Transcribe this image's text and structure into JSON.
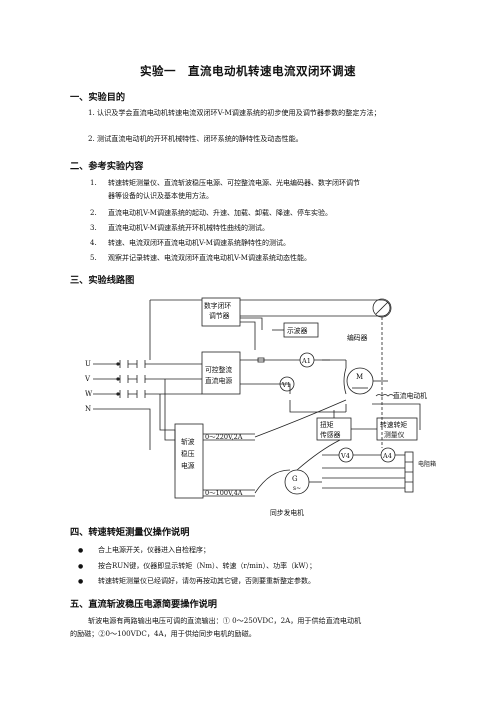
{
  "title": "实验一　直流电动机转速电流双闭环调速",
  "sections": {
    "s1": {
      "heading": "一、实验目的",
      "items": [
        {
          "num": "1.",
          "text": "认识及学会直流电动机转速电流双闭环V-M调速系统的初步使用及调节器参数的整定方法；"
        },
        {
          "num": "2.",
          "text": "测试直流电动机的开环机械特性、闭环系统的静特性及动态性能。"
        }
      ]
    },
    "s2": {
      "heading": "二、参考实验内容",
      "items": [
        {
          "num": "1.",
          "line1": "转速转矩测量仪、直流斩波稳压电源、可控整流电源、光电编码器、数字闭环调节",
          "line2": "器等设备的认识及基本使用方法。"
        },
        {
          "num": "2.",
          "line1": "直流电动机V-M调速系统的起动、升速、加载、卸载、降速、停车实验。"
        },
        {
          "num": "3.",
          "line1": "直流电动机V-M调速系统开环机械特性曲线的测试。"
        },
        {
          "num": "4.",
          "line1": "转速、电流双闭环直流电动机V-M调速系统静特性的测试。"
        },
        {
          "num": "5.",
          "line1": "观察并记录转速、电流双闭环直流电动机V-M调速系统动态性能。"
        }
      ]
    },
    "s3": {
      "heading": "三、实验线路图"
    },
    "s4": {
      "heading": "四、转速转矩测量仪操作说明",
      "bullets": [
        "合上电源开关，仪器进入自检程序；",
        "按合RUN键，仪器即显示转矩（Nm）、转速（r/min）、功率（kW）；",
        "转速转矩测量仪已经调好，请勿再按动其它键，否则要重新整定参数。"
      ]
    },
    "s5": {
      "heading": "五、直流斩波稳压电源简要操作说明",
      "line1": "斩波电源有两路输出电压可调的直流输出：① 0～250VDC，2A，用于供给直流电动机",
      "line2": "的励磁；②0～100VDC，4A，用于供给同步电机的励磁。"
    }
  },
  "diagram": {
    "phase_labels": [
      "U",
      "V",
      "W",
      "N"
    ],
    "controller": "数字闭环调节器",
    "oscilloscope": "示波器",
    "encoder": "编码器",
    "rectifier": "可控整流直流电源",
    "ammeter1": "A1",
    "voltmeter1": "V1",
    "motor": "M",
    "dc_motor_label": "直流电动机",
    "torque_sensor": "扭矩传感器",
    "speed_meter": "转速转矩测量仪",
    "chopper": "斩波稳压电源",
    "out1": "0～220V,2A",
    "out2": "0～100V,4A",
    "voltmeter4": "V4",
    "ammeter4": "A4",
    "load_box": "电阻箱",
    "generator_symbol": "G",
    "generator_label": "同步发电机"
  }
}
